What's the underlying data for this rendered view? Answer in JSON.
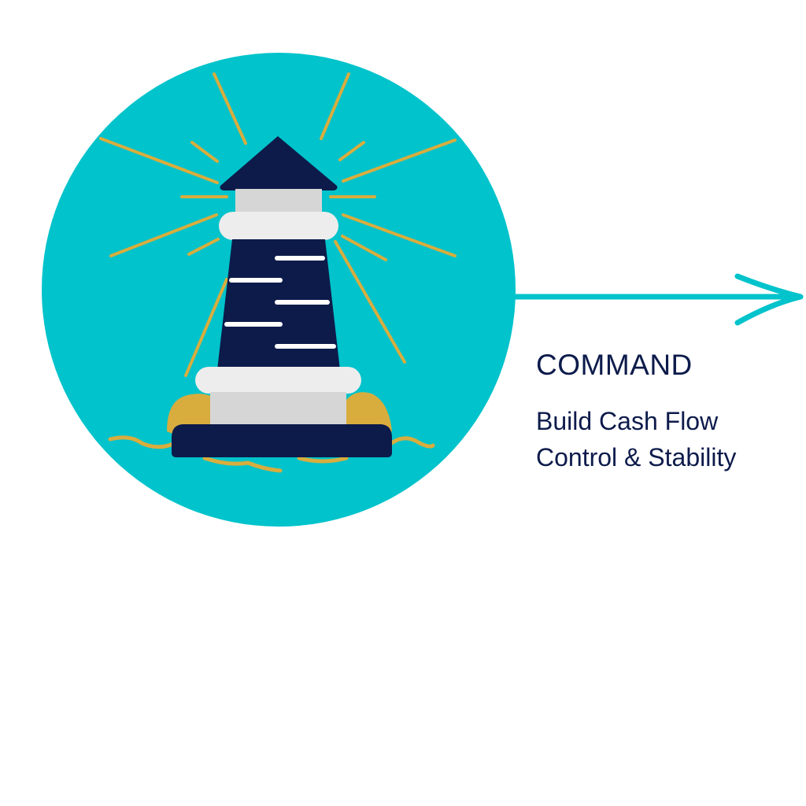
{
  "colors": {
    "circle": "#00C3CB",
    "navy": "#0D1B4B",
    "gold": "#D8AD3E",
    "light_gray": "#EDEDED",
    "mid_gray": "#D6D6D6",
    "white": "#FFFFFF",
    "arrow": "#00C3CB"
  },
  "icons": [
    "lighthouse-icon",
    "arrow-right-icon"
  ],
  "stage": {
    "heading": "COMMAND",
    "description_lines": [
      "Build Cash Flow",
      "Control & Stability"
    ]
  }
}
